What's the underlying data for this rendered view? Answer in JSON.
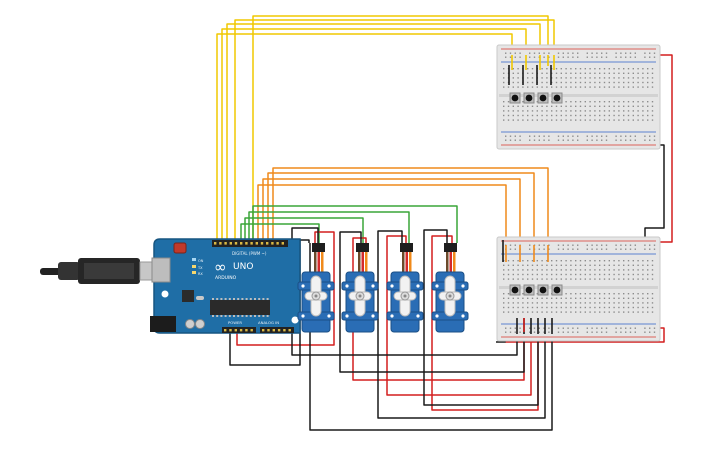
{
  "board": {
    "logo_symbol": "∞",
    "brand_label": "ARDUINO",
    "model_label": "UNO",
    "digital_label": "DIGITAL (PWM ~)",
    "power_label": "POWER",
    "analog_label": "ANALOG IN",
    "on_led_label": "ON",
    "tx_label": "TX",
    "rx_label": "RX"
  },
  "colors": {
    "board": "#1f6ea6",
    "board_edge": "#165580",
    "breadboard": "#e6e6e6",
    "rail_red": "#d9342b",
    "rail_blue": "#2e62c9",
    "servo": "#2a6db5",
    "wire_yellow": "#f0c800",
    "wire_orange": "#ef8a1c",
    "wire_green": "#3aa538",
    "wire_red": "#d41f1f",
    "wire_black": "#1a1a1a"
  },
  "components": {
    "usb_cable": "usb-b-cable",
    "power_jack": "dc-barrel-jack",
    "servos": [
      "servo-1",
      "servo-2",
      "servo-3",
      "servo-4"
    ],
    "breadboards": [
      "breadboard-top",
      "breadboard-bottom"
    ],
    "buttons_per_breadboard": 4
  }
}
